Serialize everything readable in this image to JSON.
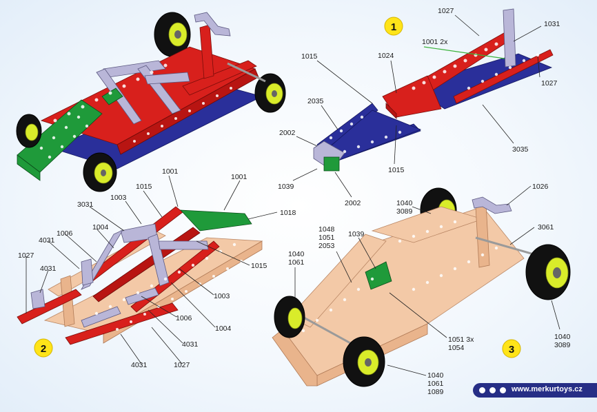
{
  "steps": [
    {
      "number": "1"
    },
    {
      "number": "2"
    },
    {
      "number": "3"
    }
  ],
  "labels": {
    "s1_1027a": "1027",
    "s1_1031": "1031",
    "s1_1001": "1001 2x",
    "s1_1024": "1024",
    "s1_1027b": "1027",
    "s1_1015": "1015",
    "s1_2035": "2035",
    "s1_2002a": "2002",
    "s1_3035": "3035",
    "s1_1015b": "1015",
    "s1_1039": "1039",
    "s1_2002b": "2002",
    "s2_1001a": "1001",
    "s2_1001b": "1001",
    "s2_1015a": "1015",
    "s2_1003a": "1003",
    "s2_3031": "3031",
    "s2_1018": "1018",
    "s2_1006a": "1006",
    "s2_1004a": "1004",
    "s2_4031a": "4031",
    "s2_1027a": "1027",
    "s2_4031b": "4031",
    "s2_1015b": "1015",
    "s2_1003b": "1003",
    "s2_1006b": "1006",
    "s2_1004b": "1004",
    "s2_4031c": "4031",
    "s2_4031d": "4031",
    "s2_1027b": "1027",
    "s3_1040a": "1040",
    "s3_3089a": "3089",
    "s3_1026": "1026",
    "s3_1048": "1048",
    "s3_1051": "1051",
    "s3_2053": "2053",
    "s3_1039": "1039",
    "s3_3061": "3061",
    "s3_1040b": "1040",
    "s3_1061a": "1061",
    "s3_1051x": "1051 3x",
    "s3_1054": "1054",
    "s3_1040c": "1040",
    "s3_3089b": "3089",
    "s3_1040d": "1040",
    "s3_1061b": "1061",
    "s3_1089": "1089"
  },
  "footer": {
    "url": "www.merkurtoys.cz"
  },
  "colors": {
    "red": "#d8201c",
    "blue": "#2a2f9a",
    "green": "#1f9a3a",
    "silver": "#b9b6d8",
    "tan": "#f3c9a7",
    "wheel_rim": "#d9ec2a",
    "step_badge": "#ffe419",
    "footer_badge": "#262e86"
  }
}
